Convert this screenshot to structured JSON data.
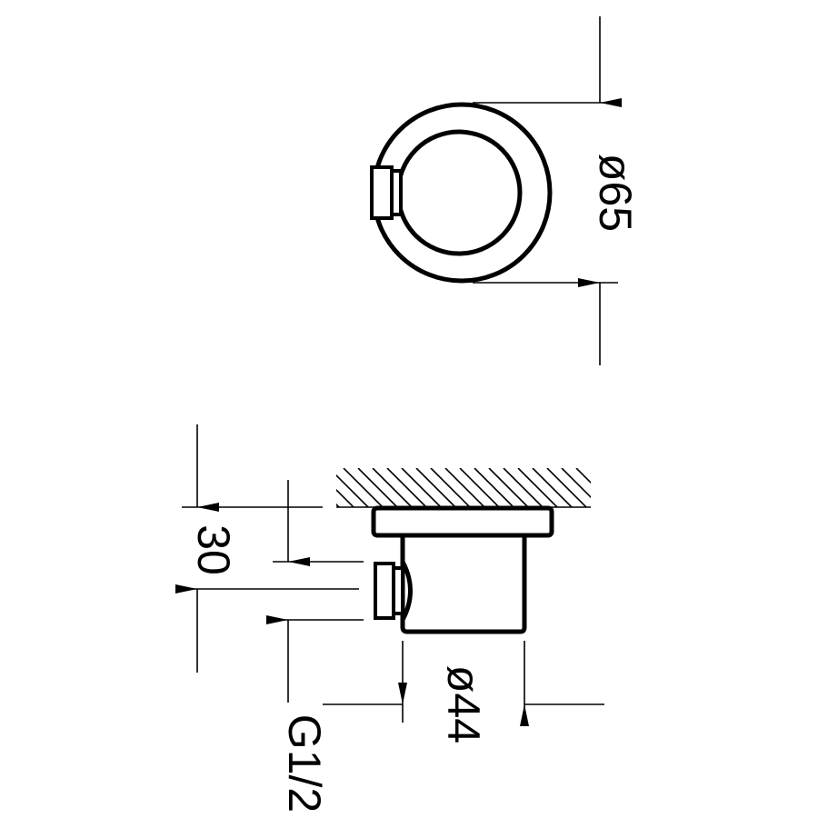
{
  "drawing": {
    "top_view": {
      "diameter_label": "ø65"
    },
    "side_view": {
      "height_label": "30",
      "diameter_label": "ø44",
      "thread_label": "G1/2"
    },
    "colors": {
      "line": "#000000",
      "background": "#ffffff"
    }
  }
}
